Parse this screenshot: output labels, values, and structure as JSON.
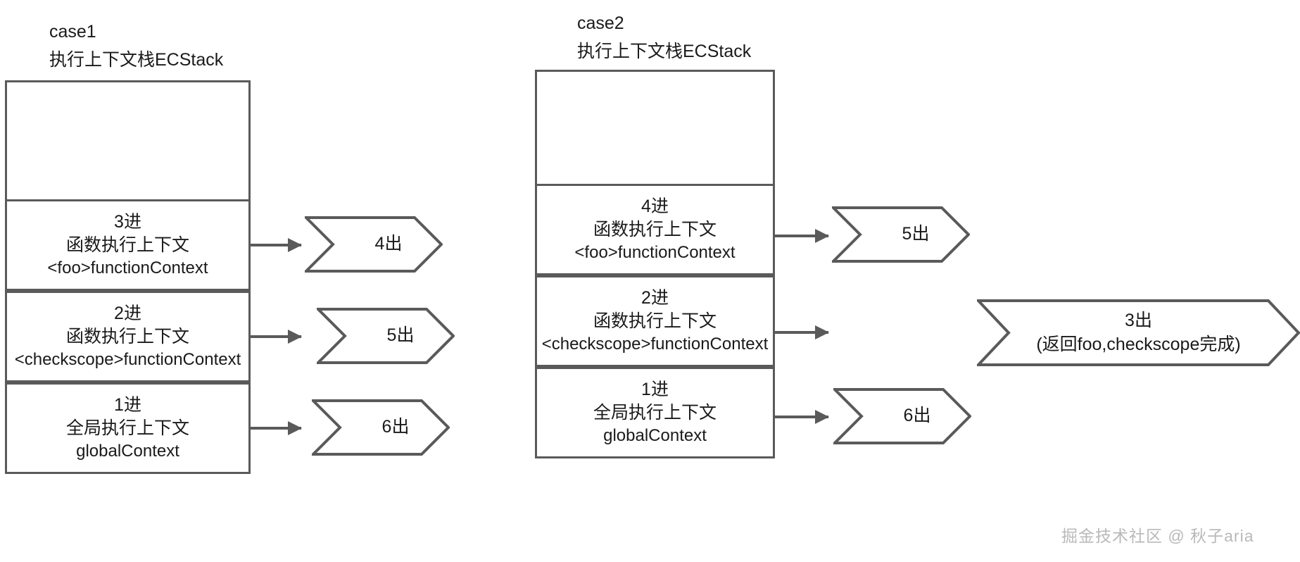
{
  "diagram": {
    "title_left": "case1",
    "title_right": "case2",
    "watermark": "掘金技术社区 @ 秋子aria",
    "colors": {
      "stroke": "#5a5a5a",
      "text": "#1a1a1a",
      "background": "#ffffff",
      "watermark": "#b9b9b9"
    }
  },
  "case1": {
    "label": "case1",
    "subtitle": "执行上下文栈ECStack",
    "empty_slot": "",
    "frames": [
      {
        "order": "3进",
        "type": "函数执行上下文",
        "context": "<foo>functionContext"
      },
      {
        "order": "2进",
        "type": "函数执行上下文",
        "context": "<checkscope>functionContext"
      },
      {
        "order": "1进",
        "type": "全局执行上下文",
        "context": "globalContext"
      }
    ],
    "pops": [
      {
        "label": "4出",
        "note": ""
      },
      {
        "label": "5出",
        "note": ""
      },
      {
        "label": "6出",
        "note": ""
      }
    ]
  },
  "case2": {
    "label": "case2",
    "subtitle": "执行上下文栈ECStack",
    "empty_slot": "",
    "frames": [
      {
        "order": "4进",
        "type": "函数执行上下文",
        "context": "<foo>functionContext"
      },
      {
        "order": "2进",
        "type": "函数执行上下文",
        "context": "<checkscope>functionContext"
      },
      {
        "order": "1进",
        "type": "全局执行上下文",
        "context": "globalContext"
      }
    ],
    "pops": [
      {
        "label": "5出",
        "note": ""
      },
      {
        "label": "3出",
        "note": "(返回foo,checkscope完成)"
      },
      {
        "label": "6出",
        "note": ""
      }
    ]
  }
}
